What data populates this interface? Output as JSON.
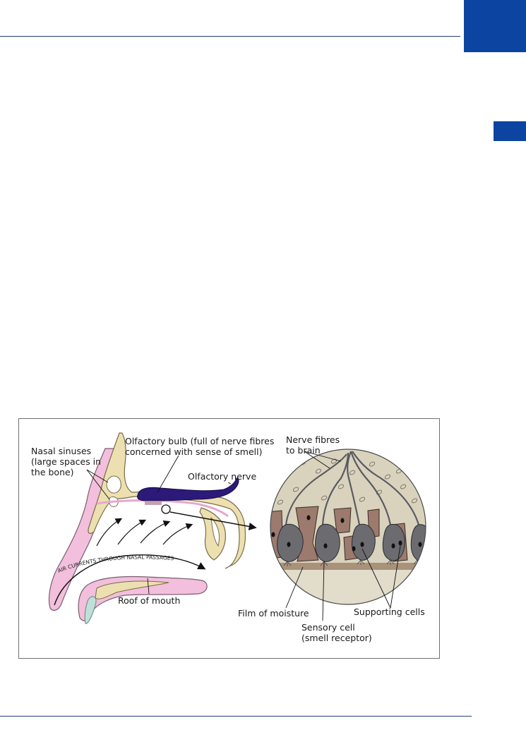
{
  "colors": {
    "brand_blue": "#0b45a1",
    "rule_blue": "#1f3f73",
    "bone": "#ece0b0",
    "tissue_pink": "#f2bfdc",
    "bulb_purple": "#2b1a7a",
    "cell_grey": "#6b6b70",
    "support_brown": "#9c7a6e",
    "matrix_beige": "#d9d2bd"
  },
  "figure": {
    "labels": {
      "nasal_sinuses": [
        "Nasal sinuses",
        "(large spaces in",
        "the bone)"
      ],
      "olfactory_bulb": [
        "Olfactory bulb (full of nerve fibres",
        "concerned with sense of smell)"
      ],
      "olfactory_nerve": "Olfactory nerve",
      "air_currents": "AIR CURRENTS THROUGH NASAL PASSAGES",
      "roof_of_mouth": "Roof of mouth",
      "nerve_fibres": [
        "Nerve fibres",
        "to brain"
      ],
      "film_of_moisture": "Film of moisture",
      "supporting_cells": "Supporting cells",
      "sensory_cell": [
        "Sensory cell",
        "(smell receptor)"
      ]
    }
  }
}
